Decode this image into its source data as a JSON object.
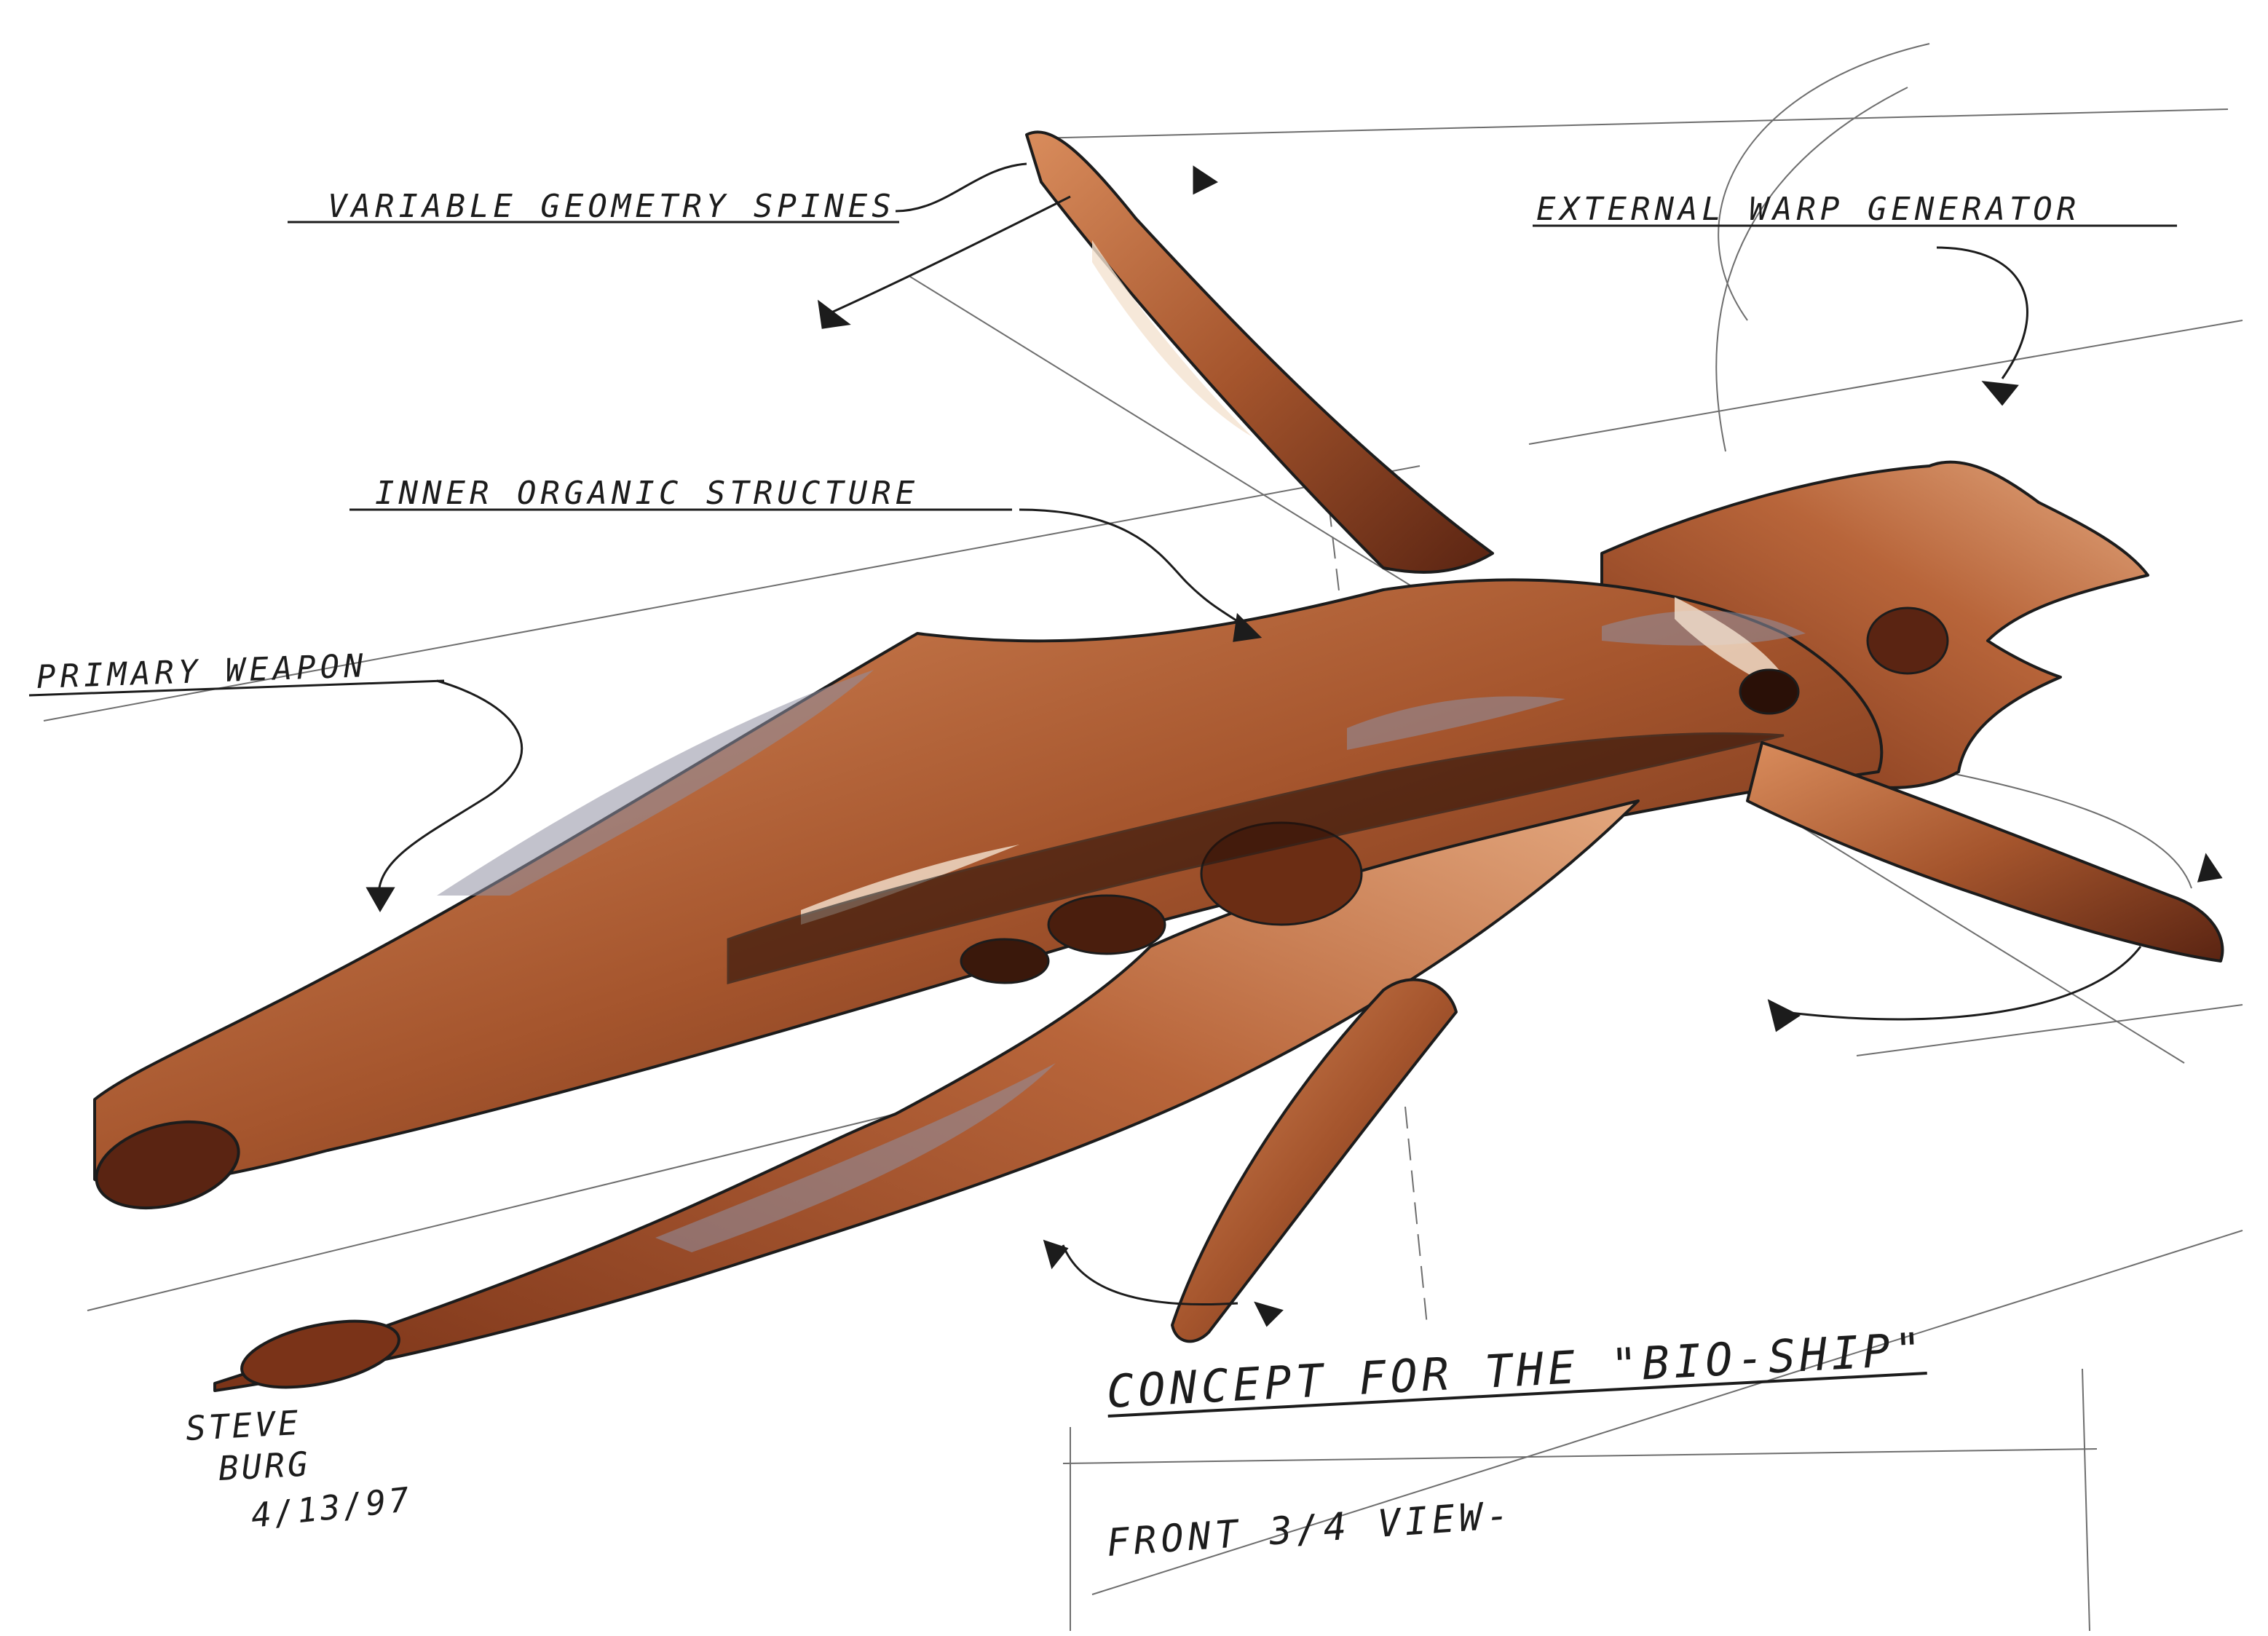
{
  "callouts": {
    "spines": "VARIABLE GEOMETRY SPINES",
    "warp": "EXTERNAL WARP GENERATOR",
    "inner": "INNER ORGANIC STRUCTURE",
    "weapon": "PRIMARY WEAPON"
  },
  "title_block": {
    "title": "CONCEPT FOR THE \"BIO-SHIP\"",
    "subtitle": "FRONT 3/4 VIEW-"
  },
  "signature": {
    "first_name": "STEVE",
    "last_name": "BURG",
    "date": "4/13/97"
  },
  "colors": {
    "paper": "#ffffff",
    "ink": "#1c1c1c",
    "hull": "#a5552d",
    "hull_dark": "#5a2412",
    "hull_light": "#e3a77e",
    "highlight": "#f4e2cf",
    "gray_shade": "#8f8fa2"
  }
}
